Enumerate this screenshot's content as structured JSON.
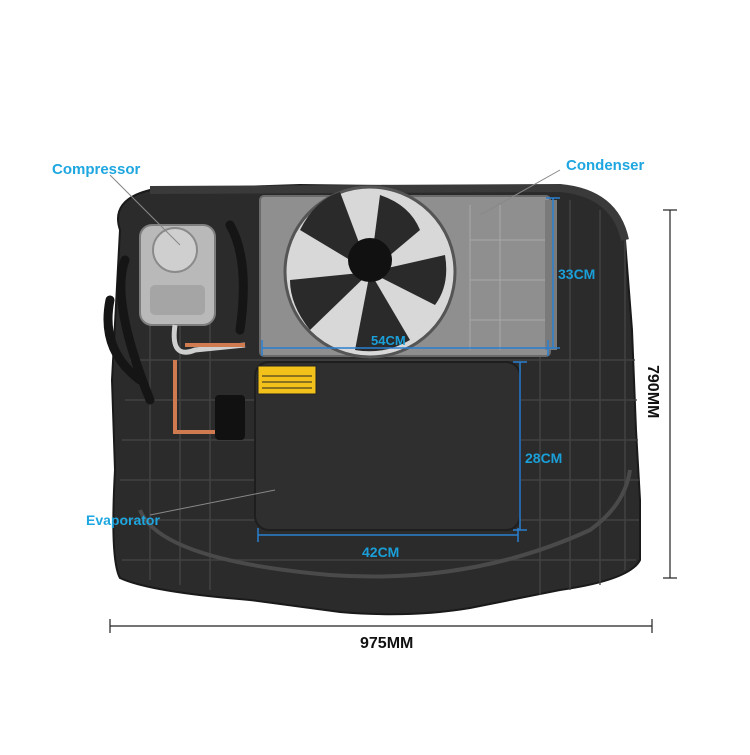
{
  "labels": {
    "compressor": "Compressor",
    "condenser": "Condenser",
    "evaporator": "Evaporator"
  },
  "dimensions": {
    "condenser_width": "54CM",
    "condenser_height": "33CM",
    "evaporator_width": "42CM",
    "evaporator_height": "28CM",
    "total_width": "975MM",
    "total_height": "790MM"
  },
  "colors": {
    "label": "#1ea6e0",
    "dimension_line": "#2a7fd0",
    "base": "#2b2b2b",
    "condenser": "#8f8f8f",
    "evaporator": "#2f2f2f",
    "warning_sticker": "#f2c21b"
  }
}
